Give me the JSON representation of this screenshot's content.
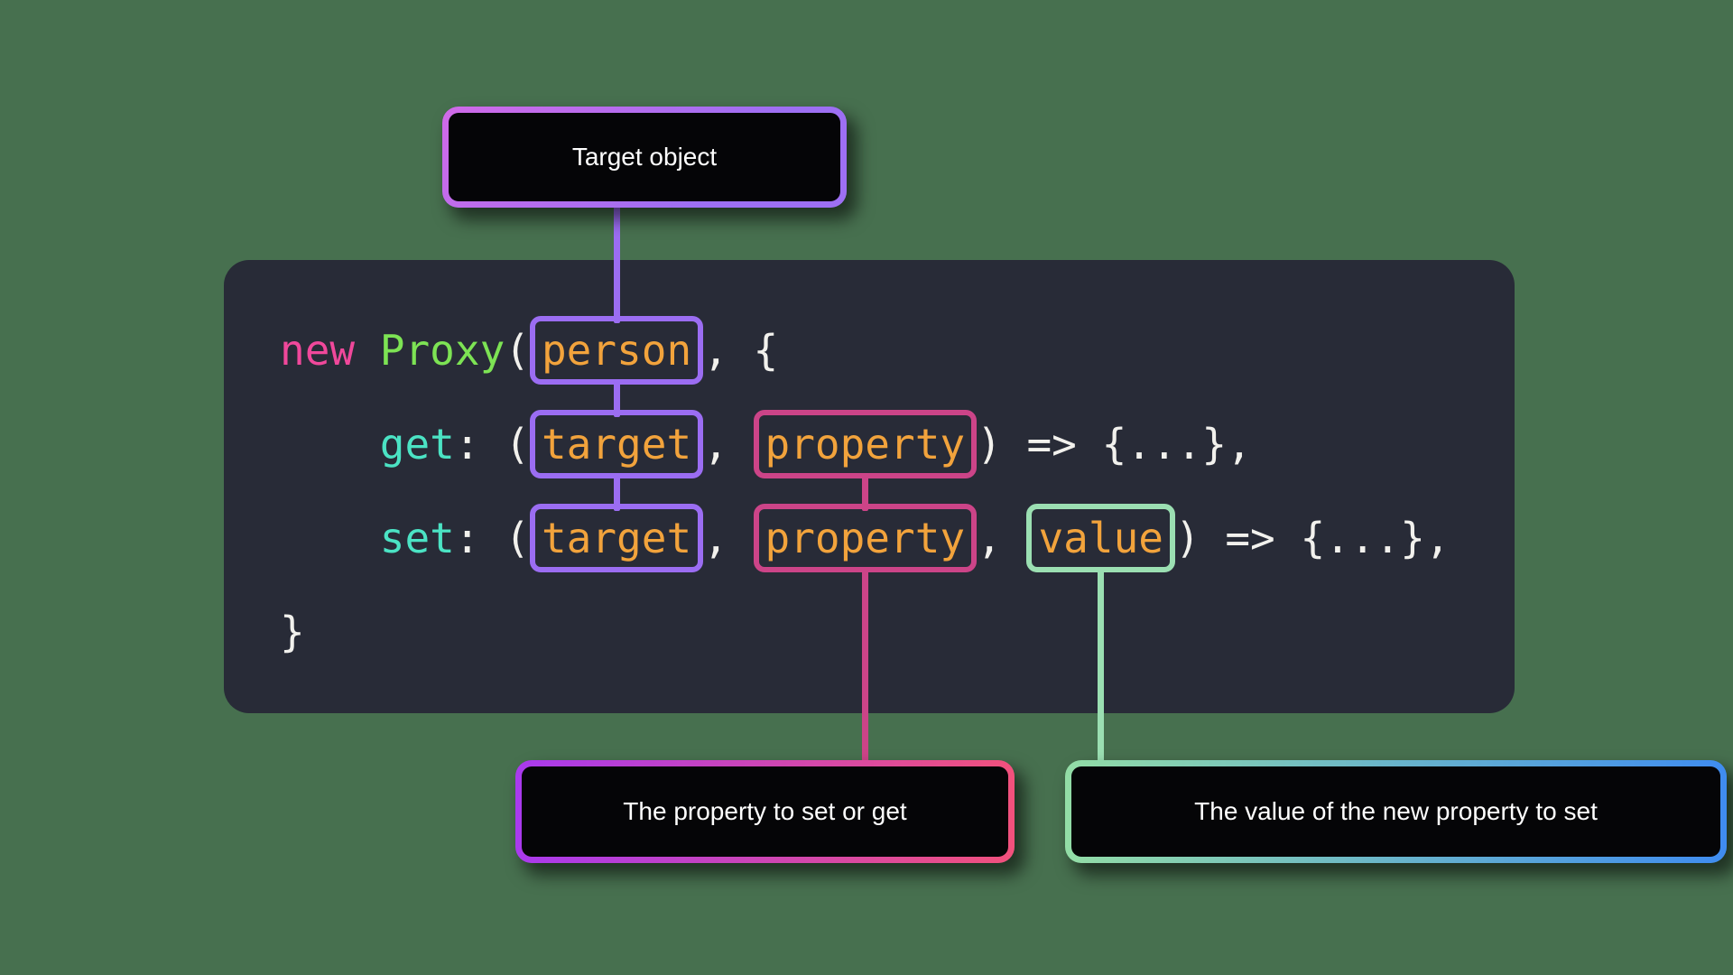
{
  "colors": {
    "background": "#47704F",
    "code_background": "#282B37",
    "box_purple": "#9B6DF2",
    "box_pink": "#CC4488",
    "box_green": "#9BDFB2",
    "param_orange": "#F2A33C",
    "keyword_pink": "#F0489B",
    "class_green": "#7DE354",
    "method_teal": "#4BE3C4",
    "punctuation_white": "#F2F1ED",
    "label_text": "#FFFFFF"
  },
  "labels": {
    "target": {
      "text": "Target object"
    },
    "property": {
      "text": "The property to set or get"
    },
    "value": {
      "text": "The value of the new property to set"
    }
  },
  "code": {
    "lines": [
      {
        "tokens": [
          {
            "t": "new",
            "c": "kw"
          },
          {
            "t": " ",
            "c": "pun"
          },
          {
            "t": "Proxy",
            "c": "cls"
          },
          {
            "t": "(",
            "c": "pun"
          },
          {
            "t": "person",
            "c": "param",
            "box": "person",
            "boxColor": "purple"
          },
          {
            "t": ", {",
            "c": "pun"
          }
        ]
      },
      {
        "tokens": [
          {
            "t": "    ",
            "c": "pun"
          },
          {
            "t": "get",
            "c": "fn"
          },
          {
            "t": ": (",
            "c": "pun"
          },
          {
            "t": "target",
            "c": "param",
            "box": "target-get",
            "boxColor": "purple"
          },
          {
            "t": ", ",
            "c": "pun"
          },
          {
            "t": "property",
            "c": "param",
            "box": "prop-get",
            "boxColor": "pink"
          },
          {
            "t": ") => {...},",
            "c": "pun"
          }
        ]
      },
      {
        "tokens": [
          {
            "t": "    ",
            "c": "pun"
          },
          {
            "t": "set",
            "c": "fn"
          },
          {
            "t": ": (",
            "c": "pun"
          },
          {
            "t": "target",
            "c": "param",
            "box": "target-set",
            "boxColor": "purple"
          },
          {
            "t": ", ",
            "c": "pun"
          },
          {
            "t": "property",
            "c": "param",
            "box": "prop-set",
            "boxColor": "pink"
          },
          {
            "t": ", ",
            "c": "pun"
          },
          {
            "t": "value",
            "c": "param",
            "box": "value",
            "boxColor": "green"
          },
          {
            "t": ") => {...},",
            "c": "pun"
          }
        ]
      },
      {
        "tokens": [
          {
            "t": "}",
            "c": "pun"
          }
        ]
      }
    ]
  },
  "connectors": [
    {
      "name": "target-label-to-person",
      "x_ref": "box-person",
      "from": "label-target",
      "to": "box-person",
      "color": "#9B6DF2"
    },
    {
      "name": "person-to-target-get",
      "x_ref": "box-target-get",
      "from": "box-person",
      "to": "box-target-get",
      "color": "#9B6DF2"
    },
    {
      "name": "target-get-to-target-set",
      "x_ref": "box-target-get",
      "from": "box-target-get",
      "to": "box-target-set",
      "color": "#9B6DF2"
    },
    {
      "name": "prop-get-to-prop-set",
      "x_ref": "box-prop-get",
      "from": "box-prop-get",
      "to": "box-prop-set",
      "color": "#CC4488"
    },
    {
      "name": "prop-set-to-prop-label",
      "x_ref": "box-prop-set",
      "from": "box-prop-set",
      "to": "label-prop",
      "color": "#CC4488"
    },
    {
      "name": "value-to-value-label",
      "x_ref": "box-value",
      "from": "box-value",
      "to": "label-value",
      "color": "#9BDFB2"
    }
  ]
}
